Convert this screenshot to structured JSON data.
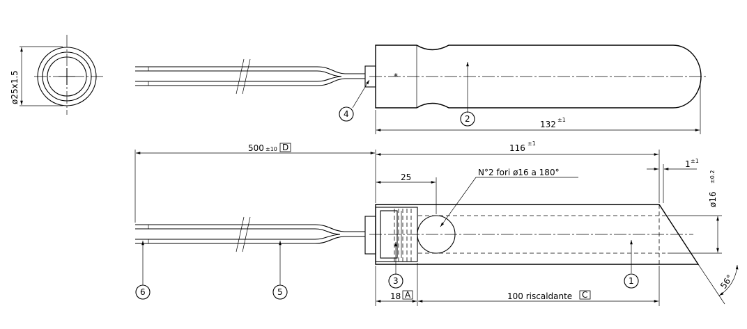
{
  "dimensions": {
    "diameter_tube": "ø25x1.5",
    "length_total": "132",
    "length_total_tol": "±1",
    "cable_length": "500",
    "cable_length_tol": "±10",
    "cable_length_box": "D",
    "body_length": "116",
    "body_length_tol": "±1",
    "hole_offset": "25",
    "holes_note": "N°2 fori ø16 a 180°",
    "bevel_gap": "1",
    "bevel_gap_tol": "±1",
    "diameter_16": "ø16",
    "diameter_16_tol": "±0.2",
    "angle": "56°",
    "head_length": "18",
    "head_length_box": "A",
    "heating_length": "100 riscaldante",
    "heating_length_box": "C"
  },
  "balloons": [
    "1",
    "2",
    "3",
    "4",
    "5",
    "6"
  ]
}
